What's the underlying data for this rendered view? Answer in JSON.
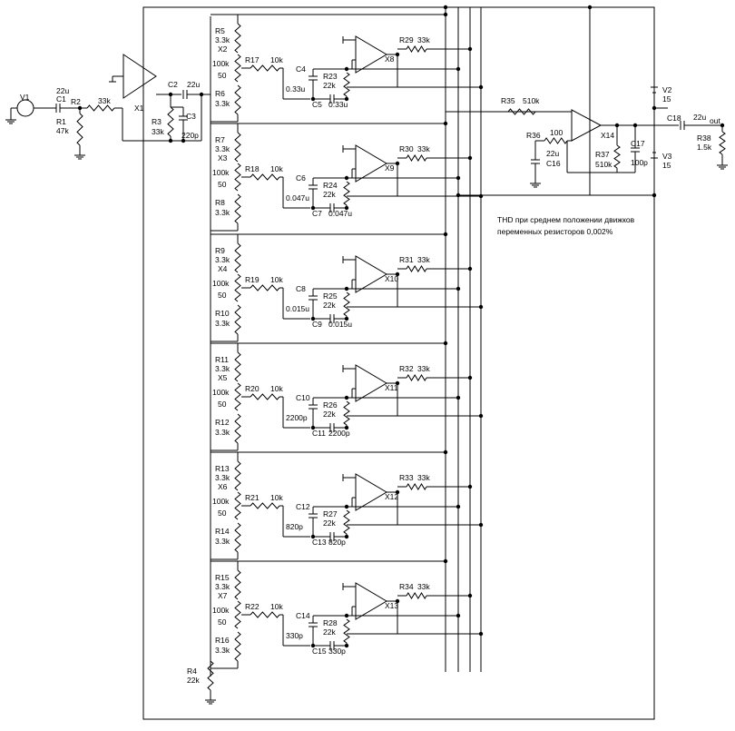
{
  "source": {
    "name": "V1"
  },
  "input_stage": {
    "c1": {
      "name": "C1",
      "value": "22u"
    },
    "r1": {
      "name": "R1",
      "value": "47k"
    },
    "r2": {
      "name": "R2",
      "value": "33k"
    },
    "r3": {
      "name": "R3",
      "value": "33k"
    },
    "c2": {
      "name": "C2",
      "value": "22u"
    },
    "c3": {
      "name": "C3",
      "value": "220p"
    },
    "x1": "X1",
    "r4": {
      "name": "R4",
      "value": "22k"
    }
  },
  "bands": [
    {
      "ra": "R5",
      "pot": "X2",
      "rb": "R6",
      "rin": "R17",
      "opamp": "X8",
      "rfb": "R29",
      "ca": "C4",
      "cav": "0.33u",
      "rc": "R23",
      "cb": "C5",
      "cbv": "0.33u"
    },
    {
      "ra": "R7",
      "pot": "X3",
      "rb": "R8",
      "rin": "R18",
      "opamp": "X9",
      "rfb": "R30",
      "ca": "C6",
      "cav": "0.047u",
      "rc": "R24",
      "cb": "C7",
      "cbv": "0.047u"
    },
    {
      "ra": "R9",
      "pot": "X4",
      "rb": "R10",
      "rin": "R19",
      "opamp": "X10",
      "rfb": "R31",
      "ca": "C8",
      "cav": "0.015u",
      "rc": "R25",
      "cb": "C9",
      "cbv": "0.015u"
    },
    {
      "ra": "R11",
      "pot": "X5",
      "rb": "R12",
      "rin": "R20",
      "opamp": "X11",
      "rfb": "R32",
      "ca": "C10",
      "cav": "2200p",
      "rc": "R26",
      "cb": "C11",
      "cbv": "2200p"
    },
    {
      "ra": "R13",
      "pot": "X6",
      "rb": "R14",
      "rin": "R21",
      "opamp": "X12",
      "rfb": "R33",
      "ca": "C12",
      "cav": "820p",
      "rc": "R27",
      "cb": "C13",
      "cbv": "820p"
    },
    {
      "ra": "R15",
      "pot": "X7",
      "rb": "R16",
      "rin": "R22",
      "opamp": "X13",
      "rfb": "R34",
      "ca": "C14",
      "cav": "330p",
      "rc": "R28",
      "cb": "C15",
      "cbv": "330p"
    }
  ],
  "band_common": {
    "r33": "3.3k",
    "pot": "100k",
    "pot_pos": "50",
    "r10": "10k",
    "r22": "22k",
    "r_fb": "33k"
  },
  "output_stage": {
    "r35": {
      "name": "R35",
      "value": "510k"
    },
    "r36": {
      "name": "R36",
      "value": "100"
    },
    "c16": {
      "name": "C16",
      "value": "22u"
    },
    "r37": {
      "name": "R37",
      "value": "510k"
    },
    "c17": {
      "name": "C17",
      "value": "100p"
    },
    "x14": "X14",
    "c18": {
      "name": "C18",
      "value": "22u"
    },
    "out": "out",
    "r38": {
      "name": "R38",
      "value": "1.5k"
    },
    "v2": {
      "name": "V2",
      "value": "15"
    },
    "v3": {
      "name": "V3",
      "value": "15"
    }
  },
  "note": {
    "line1": "THD при среднем положении движков",
    "line2": "переменных резисторов 0,002%"
  }
}
